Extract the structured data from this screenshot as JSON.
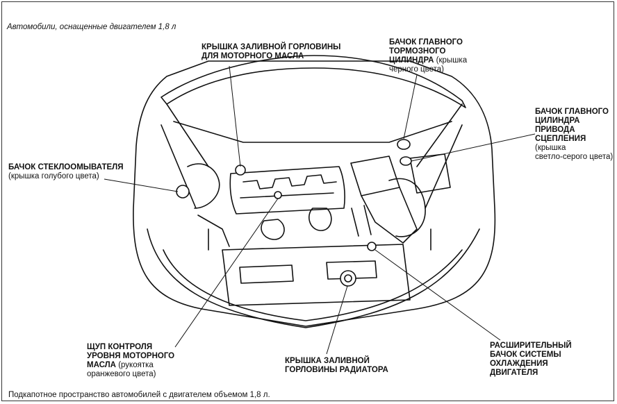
{
  "subtitle": "Автомобили, оснащенные двигателем 1,8 л",
  "caption": "Подкапотное пространство автомобилей с двигателем объемом 1,8 л.",
  "labels": {
    "oil_cap": "КРЫШКА ЗАЛИВНОЙ ГОРЛОВИНЫ\nДЛЯ МОТОРНОГО МАСЛА",
    "brake_title": "БАЧОК ГЛАВНОГО\nТОРМОЗНОГО\nЦИЛИНДРА",
    "brake_note": " (крышка\nчерного цвета)",
    "clutch_title": "БАЧОК ГЛАВНОГО\nЦИЛИНДРА ПРИВОДА\nСЦЕПЛЕНИЯ",
    "clutch_note": " (крышка\nсветло-серого цвета)",
    "washer_title": "БАЧОК СТЕКЛООМЫВАТЕЛЯ",
    "washer_note": "(крышка голубого цвета)",
    "dipstick_title": "ЩУП КОНТРОЛЯ\nУРОВНЯ МОТОРНОГО\nМАСЛА",
    "dipstick_note": " (рукоятка\nоранжевого цвета)",
    "radiator_cap": "КРЫШКА ЗАЛИВНОЙ\nГОРЛОВИНЫ РАДИАТОРА",
    "coolant_tank": "РАСШИРИТЕЛЬНЫЙ\nБАЧОК СИСТЕМЫ\nОХЛАЖДЕНИЯ\nДВИГАТЕЛЯ"
  }
}
